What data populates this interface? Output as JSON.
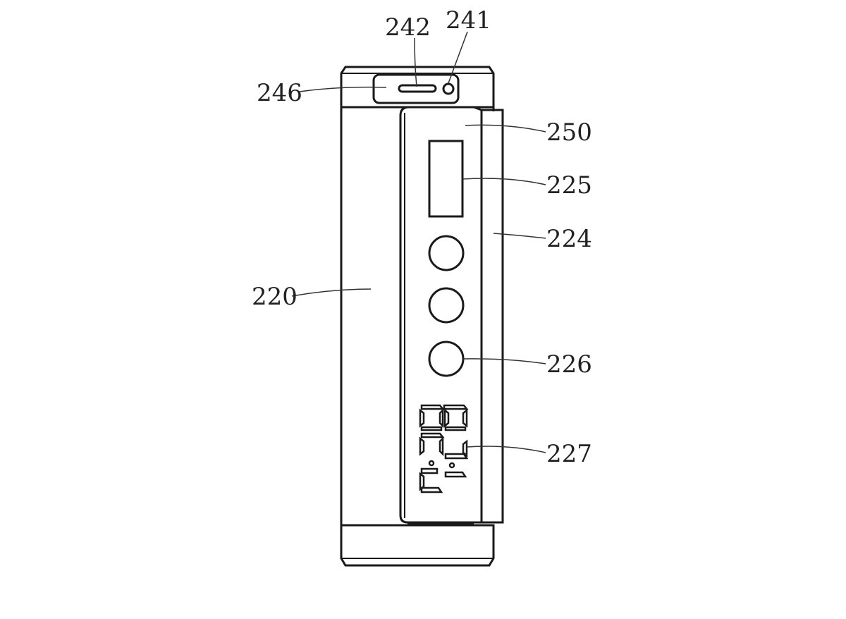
{
  "figure": {
    "type": "patent-line-drawing",
    "subject": "device front view"
  },
  "labels": {
    "l242": "242",
    "l241": "241",
    "l246": "246",
    "l250": "250",
    "l225": "225",
    "l224": "224",
    "l220": "220",
    "l226": "226",
    "l227": "227"
  },
  "colors": {
    "line": "#1a1a1a",
    "background": "#ffffff"
  }
}
